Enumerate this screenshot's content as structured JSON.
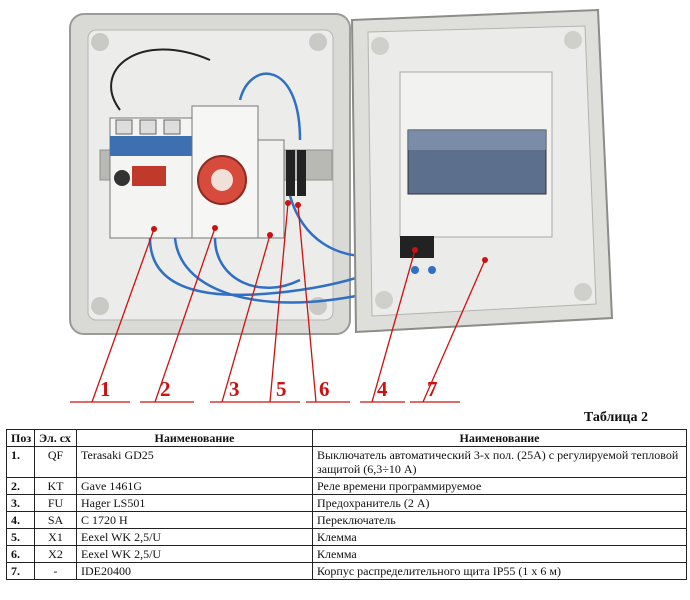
{
  "callouts": [
    "1",
    "2",
    "3",
    "5",
    "6",
    "4",
    "7"
  ],
  "table": {
    "caption": "Таблица 2",
    "headers": [
      "Поз",
      "Эл. сх",
      "Наименование",
      "Наименование"
    ],
    "rows": [
      {
        "pos": "1.",
        "sym": "QF",
        "model": "Terasaki GD25",
        "desc": "Выключатель автоматический 3-х пол. (25А) с регулируемой тепловой защитой (6,3÷10 А)"
      },
      {
        "pos": "2.",
        "sym": "KT",
        "model": "Gave 1461G",
        "desc": "Реле времени программируемое"
      },
      {
        "pos": "3.",
        "sym": "FU",
        "model": "Hager LS501",
        "desc": "Предохранитель (2 А)"
      },
      {
        "pos": "4.",
        "sym": "SA",
        "model": "С 1720 Н",
        "desc": "Переключатель"
      },
      {
        "pos": "5.",
        "sym": "X1",
        "model": "Eexel WK 2,5/U",
        "desc": "Клемма"
      },
      {
        "pos": "6.",
        "sym": "X2",
        "model": "Eexel WK 2,5/U",
        "desc": "Клемма"
      },
      {
        "pos": "7.",
        "sym": "-",
        "model": "IDE20400",
        "desc": "Корпус распределительного щита IP55 (1 х 6 м)"
      }
    ]
  }
}
